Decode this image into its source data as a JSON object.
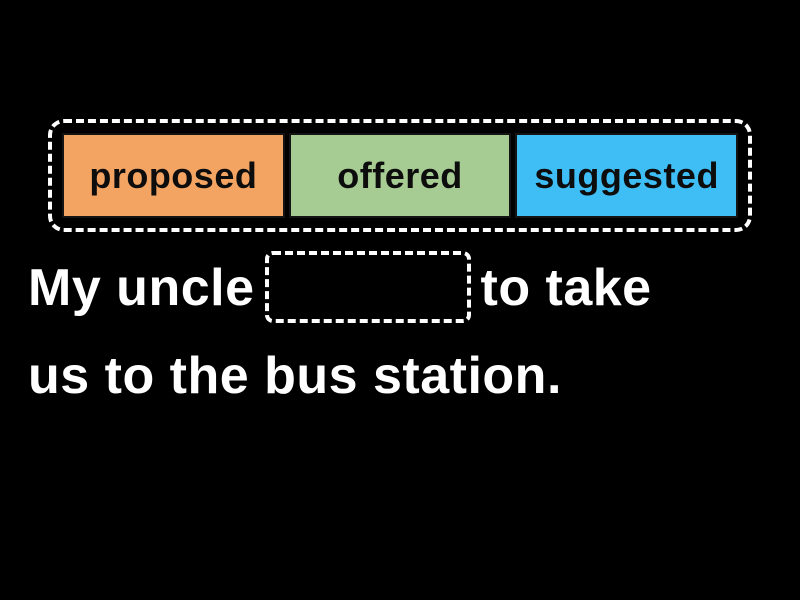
{
  "background_color": "#000000",
  "word_bank": {
    "border_color": "#ffffff",
    "choices": [
      {
        "label": "proposed",
        "color": "#f4a462"
      },
      {
        "label": "offered",
        "color": "#a6cb93"
      },
      {
        "label": "suggested",
        "color": "#3fbef5"
      }
    ]
  },
  "sentence": {
    "text_color": "#ffffff",
    "before_blank": "My uncle",
    "after_blank": "to take",
    "second_line": "us to the bus station."
  }
}
